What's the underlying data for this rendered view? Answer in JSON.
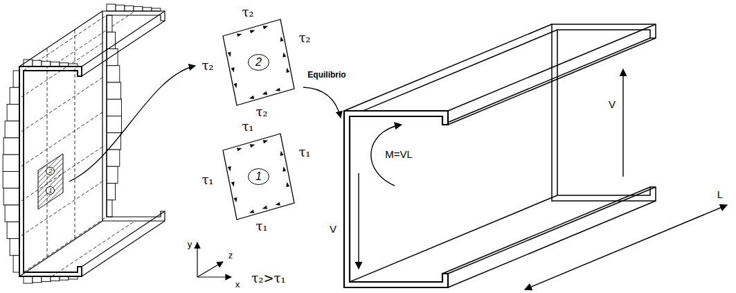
{
  "diagram": {
    "nodes": [
      {
        "text": [
          "2"
        ]
      },
      {
        "text": [
          "1"
        ]
      },
      {
        "text": [
          "2"
        ]
      },
      {
        "text": [
          "1"
        ]
      }
    ],
    "labels": [
      "τ₂",
      "τ₂",
      "τ₂",
      "τ₂",
      "τ₁",
      "τ₁",
      "τ₁",
      "τ₁",
      "τ₂>τ₁",
      "Equilíbrio",
      "V",
      "M=VL",
      "V",
      "L",
      "y",
      "z",
      "x"
    ]
  }
}
